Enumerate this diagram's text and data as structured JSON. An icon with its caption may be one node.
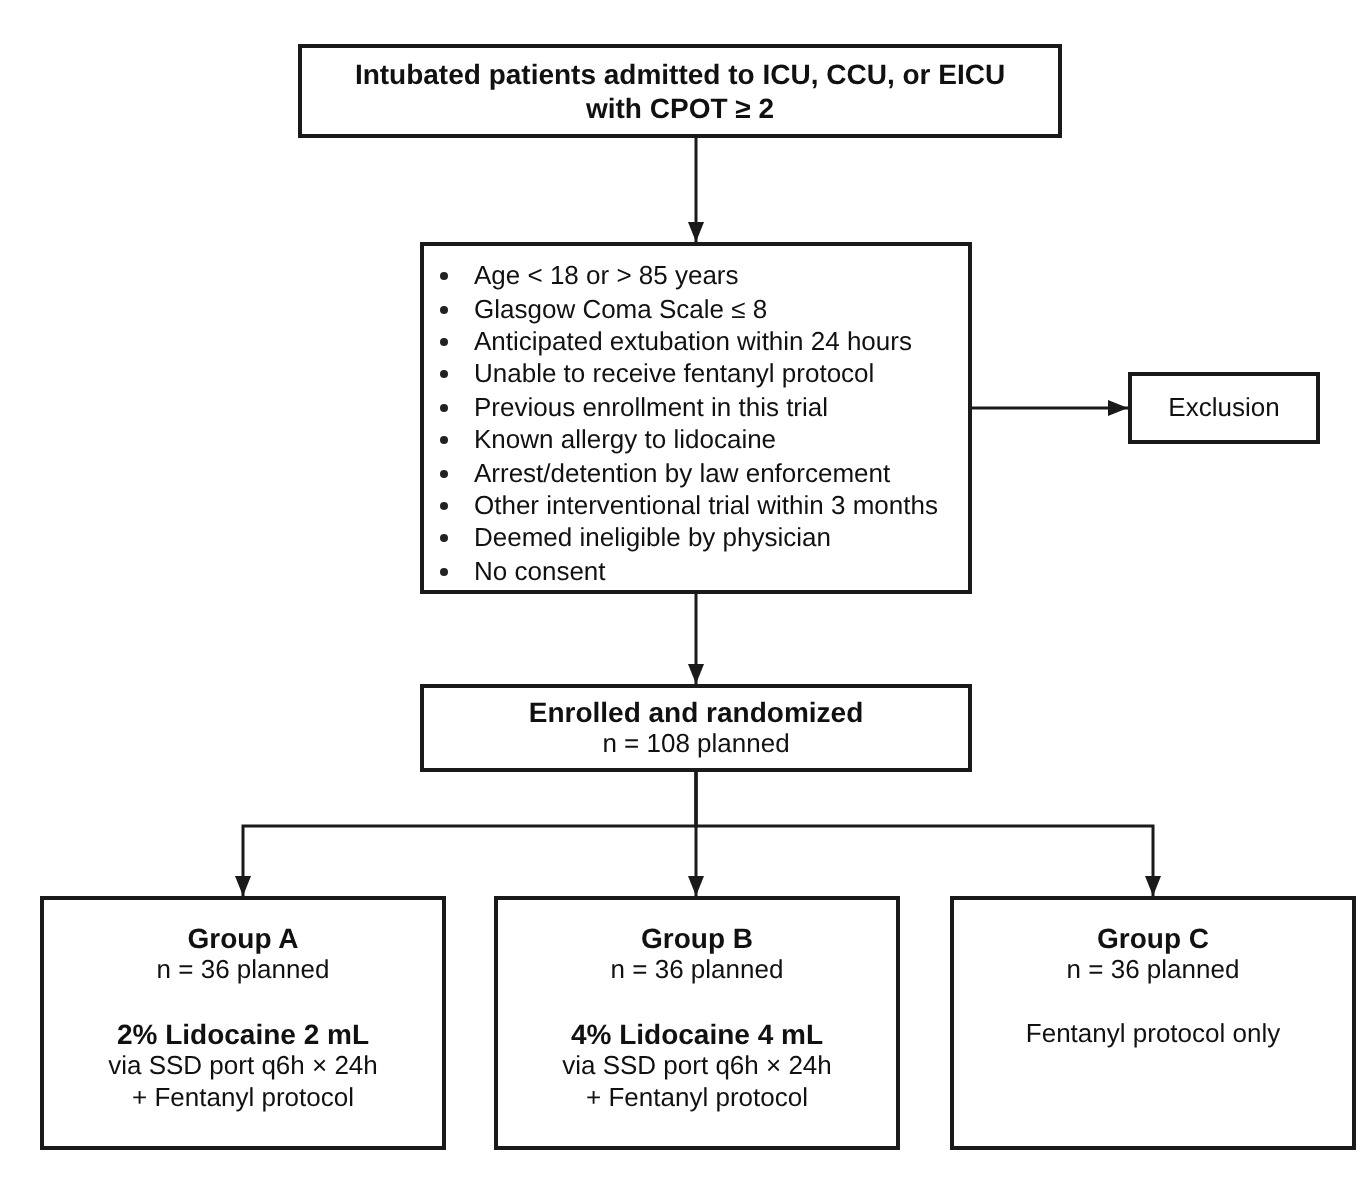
{
  "diagram": {
    "nodes": [
      {
        "text": [
          "Intubated patients admitted to ICU, CCU, or EICU with CPOT ≥ 2"
        ]
      },
      {
        "text": [
          "Age < 18 or > 85 years",
          "Glasgow Coma Scale ≤ 8",
          "Anticipated extubation within 24 hours",
          "Unable to receive fentanyl protocol",
          "Previous enrollment in this trial",
          "Known allergy to lidocaine",
          "Arrest/detention by law enforcement",
          "Other interventional trial within 3 months",
          "Deemed ineligible by physician",
          "No consent"
        ]
      },
      {
        "text": [
          "Exclusion"
        ]
      },
      {
        "text": [
          "Enrolled and randomized",
          "n = 108 planned"
        ]
      },
      {
        "text": [
          "Group A",
          "n = 36 planned",
          "2% Lidocaine 2 mL",
          "via SSD port q6h × 24h",
          "+ Fentanyl protocol"
        ]
      },
      {
        "text": [
          "Group B",
          "n = 36 planned",
          "4% Lidocaine 4 mL",
          "via SSD port q6h × 24h",
          "+ Fentanyl protocol"
        ]
      },
      {
        "text": [
          "Group C",
          "n = 36 planned",
          "Fentanyl protocol only"
        ]
      }
    ],
    "edges": [
      {
        "from": 0,
        "to": 1,
        "arrow": "to"
      },
      {
        "from": 1,
        "to": 2,
        "arrow": "to"
      },
      {
        "from": 1,
        "to": 3,
        "arrow": "to"
      },
      {
        "from": 3,
        "to": 4,
        "arrow": "to"
      },
      {
        "from": 3,
        "to": 5,
        "arrow": "to"
      },
      {
        "from": 3,
        "to": 6,
        "arrow": "to"
      }
    ]
  }
}
